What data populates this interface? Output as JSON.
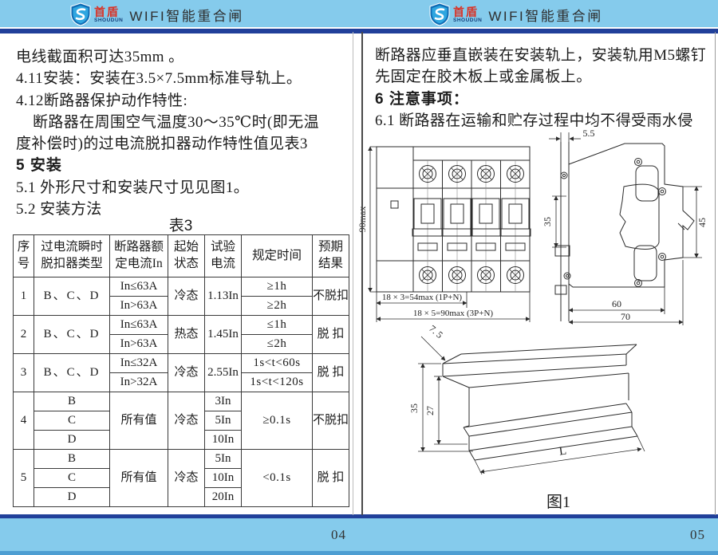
{
  "brand": {
    "logo_cn": "首盾",
    "logo_en": "SHOUDUN",
    "title": "WIFI智能重合闸"
  },
  "left_page": {
    "page_number": "04",
    "lines": [
      "电线截面积可达35mm 。",
      "4.11安装：安装在3.5×7.5mm标准导轨上。",
      "4.12断路器保护动作特性:",
      "断路器在周围空气温度30～35℃时(即无温",
      "度补偿时)的过电流脱扣器动作特性值见表3",
      "5 安装",
      "5.1 外形尺寸和安装尺寸见见图1。",
      "5.2 安装方法"
    ],
    "table": {
      "caption": "表3",
      "headers": [
        "序\n号",
        "过电流瞬时\n脱扣器类型",
        "断路器额\n定电流In",
        "起始\n状态",
        "试验\n电流",
        "规定时间",
        "预期\n结果"
      ],
      "rows": [
        {
          "num": "1",
          "type": "B、C、D",
          "rated": [
            "In≤63A",
            "In>63A"
          ],
          "state": "冷态",
          "current": "1.13In",
          "time": [
            "≥1h",
            "≥2h"
          ],
          "result": "不脱扣"
        },
        {
          "num": "2",
          "type": "B、C、D",
          "rated": [
            "In≤63A",
            "In>63A"
          ],
          "state": "热态",
          "current": "1.45In",
          "time": [
            "≤1h",
            "≤2h"
          ],
          "result": "脱 扣"
        },
        {
          "num": "3",
          "type": "B、C、D",
          "rated": [
            "In≤32A",
            "In>32A"
          ],
          "state": "冷态",
          "current": "2.55In",
          "time": [
            "1s<t<60s",
            "1s<t<120s"
          ],
          "result": "脱 扣"
        },
        {
          "num": "4",
          "type": [
            "B",
            "C",
            "D"
          ],
          "rated": "所有值",
          "state": "冷态",
          "current": [
            "3In",
            "5In",
            "10In"
          ],
          "time": "≥0.1s",
          "result": "不脱扣"
        },
        {
          "num": "5",
          "type": [
            "B",
            "C",
            "D"
          ],
          "rated": "所有值",
          "state": "冷态",
          "current": [
            "5In",
            "10In",
            "20In"
          ],
          "time": "<0.1s",
          "result": "脱 扣"
        }
      ]
    }
  },
  "right_page": {
    "page_number": "05",
    "lines": [
      "断路器应垂直嵌装在安装轨上，安装轨用M5螺钉",
      "先固定在胶木板上或金属板上。",
      "6 注意事项：",
      "6.1 断路器在运输和贮存过程中均不得受雨水侵"
    ],
    "figure": {
      "front_view": {
        "height_label": "90max",
        "width_dim_1": "18 × 3=54max (1P+N)",
        "width_dim_2": "18 × 5=90max (3P+N)"
      },
      "side_view": {
        "top_dim": "5.5",
        "left_dim": "35",
        "right_dim": "45",
        "bottom_dim_inner": "60",
        "bottom_dim_outer": "70"
      },
      "rail_view": {
        "depth_dim": "7. 5",
        "height_dim_outer": "35",
        "height_dim_inner": "27",
        "length_dim": "L"
      },
      "caption": "图1"
    }
  }
}
